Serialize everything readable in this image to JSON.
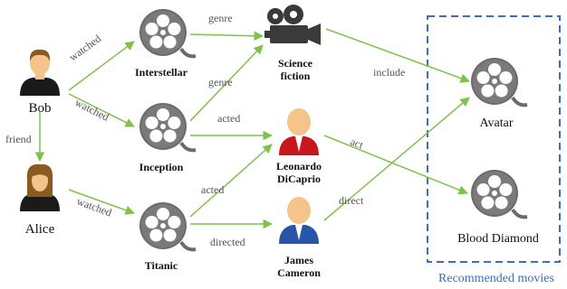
{
  "colors": {
    "edge": "#7dc24a",
    "reel": "#6b6b6b",
    "group_border": "#3a6fc2",
    "group_caption": "#3a6fc2",
    "person_red": "#c8161d",
    "person_blue": "#2756a6",
    "skin": "#f4c48a"
  },
  "nodes": {
    "bob": {
      "label": "Bob",
      "icon": "user-man-icon"
    },
    "alice": {
      "label": "Alice",
      "icon": "user-woman-icon"
    },
    "interstellar": {
      "label": "Interstellar",
      "icon": "film-reel-icon"
    },
    "inception": {
      "label": "Inception",
      "icon": "film-reel-icon"
    },
    "titanic": {
      "label": "Titanic",
      "icon": "film-reel-icon"
    },
    "science_fiction": {
      "label_line1": "Science",
      "label_line2": "fiction",
      "icon": "movie-camera-icon"
    },
    "leonardo": {
      "label_line1": "Leonardo",
      "label_line2": "DiCaprio",
      "icon": "person-red-icon"
    },
    "james": {
      "label_line1": "James",
      "label_line2": "Cameron",
      "icon": "person-blue-icon"
    },
    "avatar": {
      "label": "Avatar",
      "icon": "film-reel-icon"
    },
    "blood_diamond": {
      "label": "Blood Diamond",
      "icon": "film-reel-icon"
    }
  },
  "edges": {
    "bob_interstellar": "watched",
    "bob_inception": "watched",
    "bob_alice": "friend",
    "alice_titanic": "watched",
    "interstellar_scifi": "genre",
    "inception_scifi": "genre",
    "inception_leonardo": "acted",
    "titanic_leonardo": "acted",
    "titanic_james": "directed",
    "scifi_avatar": "include",
    "leonardo_blooddiamond": "act",
    "james_avatar": "direct"
  },
  "group": {
    "caption": "Recommended movies"
  }
}
